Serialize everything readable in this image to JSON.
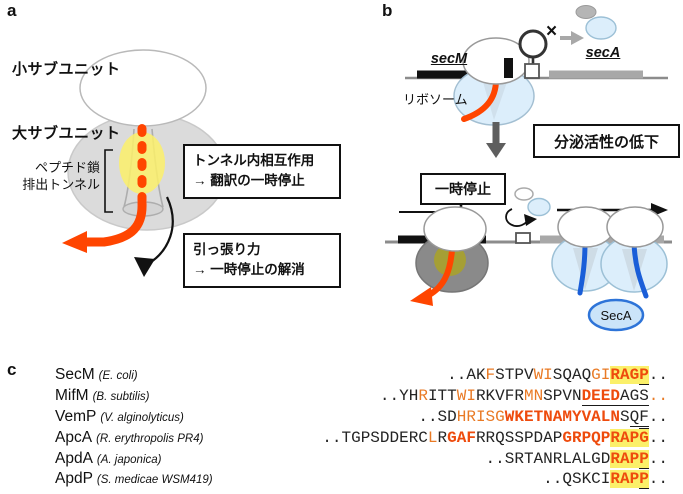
{
  "colors": {
    "orange": "#E97A25",
    "rorange": "#EE4B0D",
    "hl": "#FBF06A",
    "chain": "#FF4500",
    "riboblue": "#DCEEFB",
    "nascentblue": "#1A5ED8",
    "secastroke": "#2E74D8"
  },
  "panel_a": {
    "label": "a",
    "small_subunit_label": "小サブユニット",
    "large_subunit_label": "大サブユニット",
    "tunnel_label_line1": "ペプチド鎖",
    "tunnel_label_line2": "排出トンネル",
    "box_interaction_line1": "トンネル内相互作用",
    "box_interaction_line2": "→ 翻訳の一時停止",
    "box_pulling_line1": "引っ張り力",
    "box_pulling_line2": "→ 一時停止の解消"
  },
  "panel_b": {
    "label": "b",
    "gene_secM": "secM",
    "gene_secA": "secA",
    "ribosome_label": "リボソーム",
    "cross_mark": "×",
    "box_secretion": "分泌活性の低下",
    "box_pause": "一時停止",
    "secA_protein_label": "SecA"
  },
  "panel_c": {
    "label": "c",
    "rows": [
      {
        "name": "SecM",
        "species": "(E. coli)",
        "seq": [
          {
            "t": "..AK",
            "s": ""
          },
          {
            "t": "F",
            "s": "o"
          },
          {
            "t": "STPV",
            "s": ""
          },
          {
            "t": "WI",
            "s": "o"
          },
          {
            "t": "SQAQ",
            "s": ""
          },
          {
            "t": "GI",
            "s": "o"
          },
          {
            "t": "RAG",
            "s": "hb"
          },
          {
            "t": "P",
            "s": "hbu"
          },
          {
            "t": "..",
            "s": ""
          }
        ]
      },
      {
        "name": "MifM",
        "species": "(B. subtilis)",
        "seq": [
          {
            "t": "..YH",
            "s": ""
          },
          {
            "t": "R",
            "s": "o"
          },
          {
            "t": "ITT",
            "s": ""
          },
          {
            "t": "WI",
            "s": "o"
          },
          {
            "t": "RKVFR",
            "s": ""
          },
          {
            "t": "MN",
            "s": "o"
          },
          {
            "t": "SPVN",
            "s": ""
          },
          {
            "t": "DEED",
            "s": "bu"
          },
          {
            "t": "AGS",
            "s": "u"
          },
          {
            "t": "..",
            "s": "o"
          }
        ]
      },
      {
        "name": "VemP",
        "species": "(V. alginolyticus)",
        "seq": [
          {
            "t": "..SD",
            "s": ""
          },
          {
            "t": "HRISG",
            "s": "o"
          },
          {
            "t": "WKETNAMYVALN",
            "s": "b"
          },
          {
            "t": "S",
            "s": ""
          },
          {
            "t": "QF",
            "s": "u"
          },
          {
            "t": "..",
            "s": ""
          }
        ]
      },
      {
        "name": "ApcA",
        "species": "(R. erythropolis PR4)",
        "seq": [
          {
            "t": "..TGPSDDERC",
            "s": ""
          },
          {
            "t": "L",
            "s": "o"
          },
          {
            "t": "R",
            "s": ""
          },
          {
            "t": "GAF",
            "s": "b"
          },
          {
            "t": "RRQSSPDAP",
            "s": ""
          },
          {
            "t": "GRPQP",
            "s": "b"
          },
          {
            "t": "RAP",
            "s": "hb"
          },
          {
            "t": "G",
            "s": "hbv"
          },
          {
            "t": "..",
            "s": ""
          }
        ]
      },
      {
        "name": "ApdA",
        "species": "(A. japonica)",
        "seq": [
          {
            "t": "..SRTANRLALGD",
            "s": ""
          },
          {
            "t": "RAP",
            "s": "hb"
          },
          {
            "t": "P",
            "s": "hbu"
          },
          {
            "t": "..",
            "s": ""
          }
        ]
      },
      {
        "name": "ApdP",
        "species": "(S. medicae WSM419)",
        "seq": [
          {
            "t": "..QSKCI",
            "s": ""
          },
          {
            "t": "RAP",
            "s": "hb"
          },
          {
            "t": "P",
            "s": "hbu"
          },
          {
            "t": "..",
            "s": ""
          }
        ]
      }
    ]
  }
}
